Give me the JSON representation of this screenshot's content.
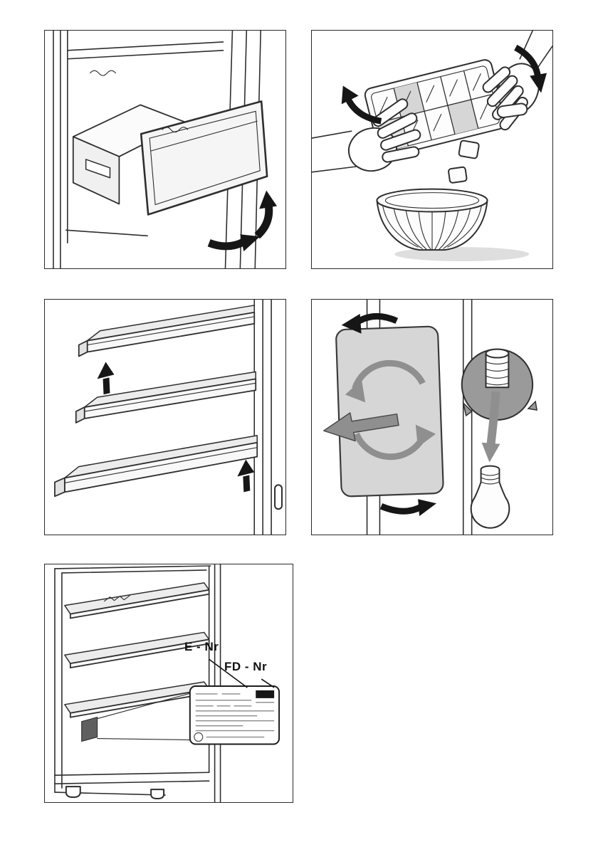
{
  "page": {
    "background": "#ffffff",
    "ink": "#2e2e2e",
    "accent_gray": "#8f8f8f"
  },
  "figures": {
    "drawer_removal": {
      "name": "removing-storage-drawer"
    },
    "ice_tray": {
      "name": "emptying-ice-cube-tray"
    },
    "door_shelves": {
      "name": "removing-door-shelves"
    },
    "lamp": {
      "name": "replacing-interior-lamp"
    },
    "rating_plate": {
      "name": "rating-plate-location",
      "labels": {
        "e_nr": "E - Nr",
        "fd_nr": "FD - Nr"
      }
    }
  }
}
